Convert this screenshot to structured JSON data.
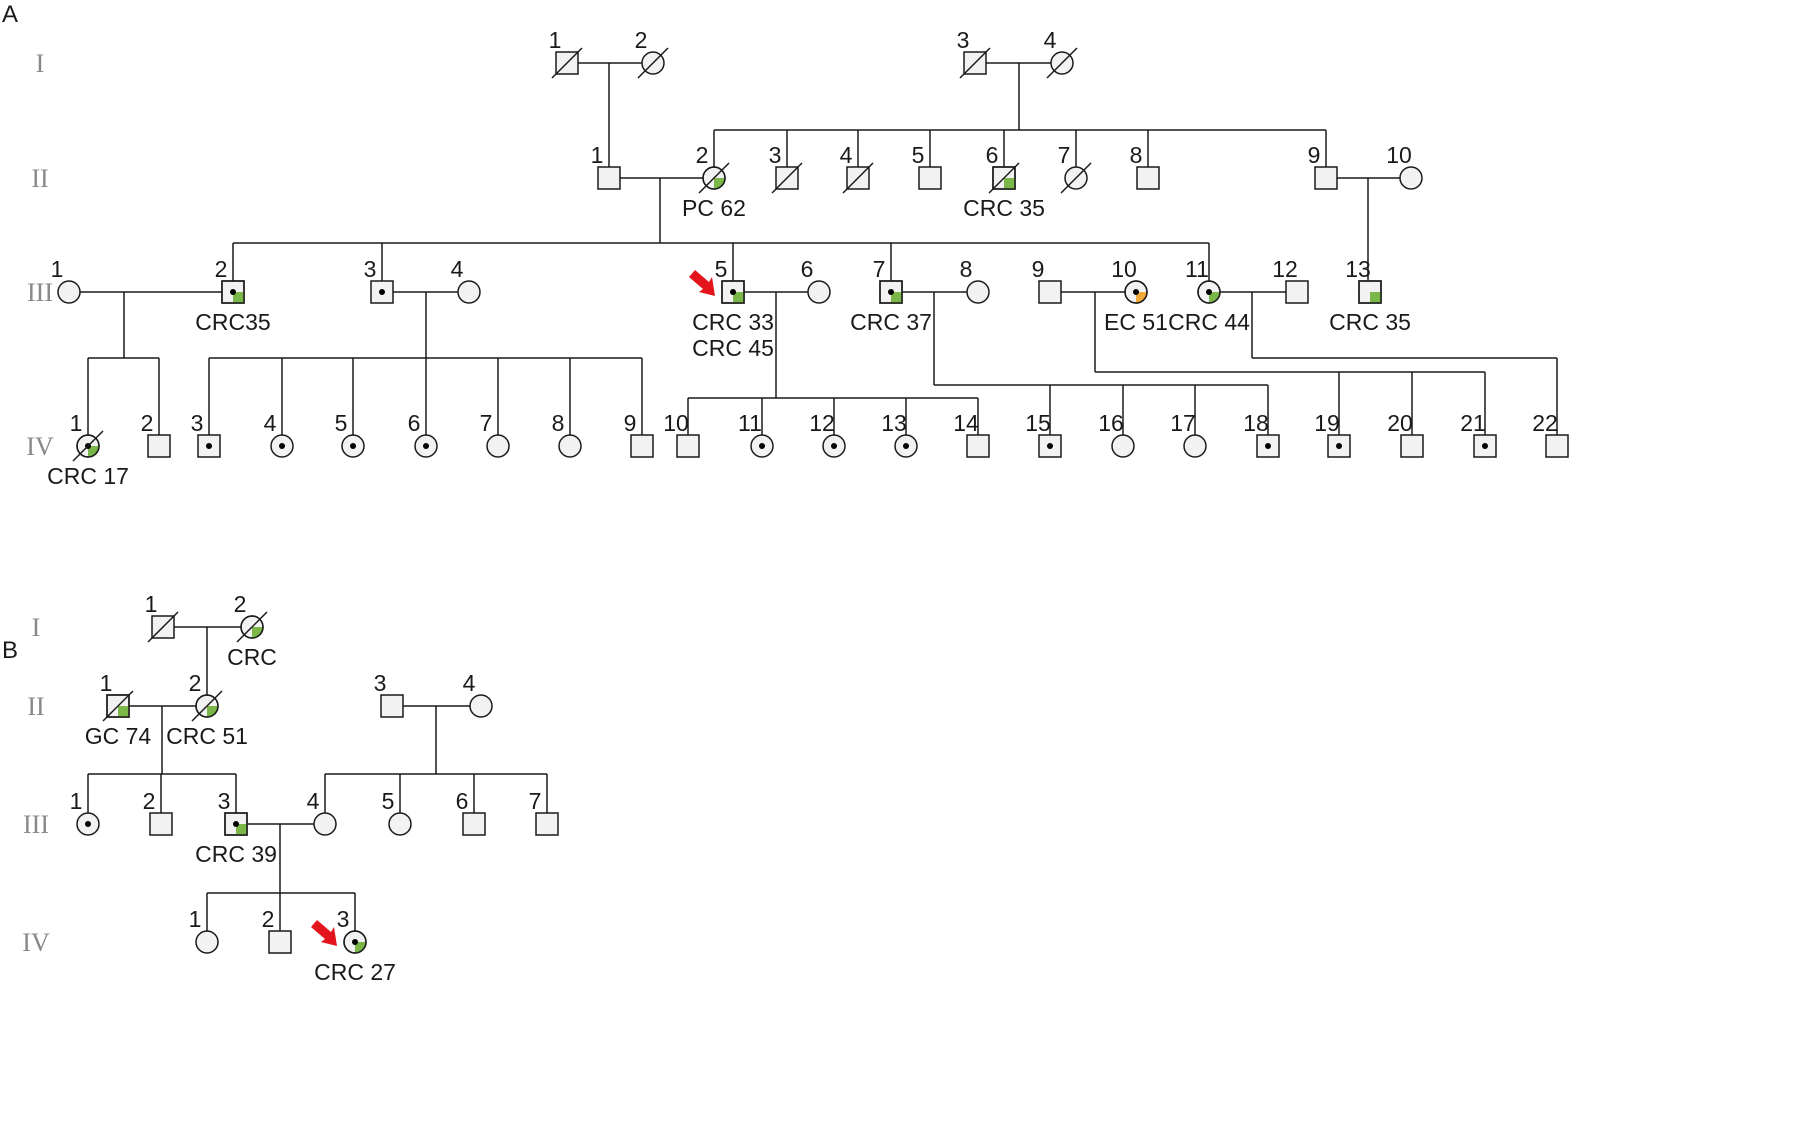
{
  "colors": {
    "crc": "#7ab648",
    "ec": "#f2a93b",
    "arrow": "#e3141b",
    "pc": "#7ab648"
  },
  "panel_A": {
    "label": "A",
    "generations": [
      "I",
      "II",
      "III",
      "IV"
    ],
    "gen_I": [
      {
        "id": "1",
        "sex": "male",
        "deceased": true
      },
      {
        "id": "2",
        "sex": "female",
        "deceased": true
      },
      {
        "id": "3",
        "sex": "male",
        "deceased": true
      },
      {
        "id": "4",
        "sex": "female",
        "deceased": true
      }
    ],
    "gen_II": [
      {
        "id": "1",
        "sex": "male"
      },
      {
        "id": "2",
        "sex": "female",
        "deceased": true,
        "affected": "pc",
        "annotation": "PC 62"
      },
      {
        "id": "3",
        "sex": "male",
        "deceased": true
      },
      {
        "id": "4",
        "sex": "male",
        "deceased": true
      },
      {
        "id": "5",
        "sex": "male"
      },
      {
        "id": "6",
        "sex": "male",
        "deceased": true,
        "affected": "crc",
        "annotation": "CRC 35"
      },
      {
        "id": "7",
        "sex": "female",
        "deceased": true
      },
      {
        "id": "8",
        "sex": "male"
      },
      {
        "id": "9",
        "sex": "male"
      },
      {
        "id": "10",
        "sex": "female"
      }
    ],
    "gen_III": [
      {
        "id": "1",
        "sex": "female"
      },
      {
        "id": "2",
        "sex": "male",
        "carrier": true,
        "affected": "crc",
        "annotation": "CRC35"
      },
      {
        "id": "3",
        "sex": "male",
        "carrier": true
      },
      {
        "id": "4",
        "sex": "female"
      },
      {
        "id": "5",
        "sex": "male",
        "carrier": true,
        "affected": "crc",
        "proband": true,
        "annotation": "CRC 33",
        "annotation2": "CRC 45"
      },
      {
        "id": "6",
        "sex": "female"
      },
      {
        "id": "7",
        "sex": "male",
        "carrier": true,
        "affected": "crc",
        "annotation": "CRC 37"
      },
      {
        "id": "8",
        "sex": "female"
      },
      {
        "id": "9",
        "sex": "male"
      },
      {
        "id": "10",
        "sex": "female",
        "carrier": true,
        "affected": "ec",
        "annotation": "EC 51"
      },
      {
        "id": "11",
        "sex": "female",
        "carrier": true,
        "affected": "crc",
        "annotation": "CRC 44"
      },
      {
        "id": "12",
        "sex": "male"
      },
      {
        "id": "13",
        "sex": "male",
        "affected": "crc",
        "annotation": "CRC 35"
      }
    ],
    "gen_IV": [
      {
        "id": "1",
        "sex": "female",
        "deceased": true,
        "carrier": true,
        "affected": "crc",
        "annotation": "CRC 17"
      },
      {
        "id": "2",
        "sex": "male"
      },
      {
        "id": "3",
        "sex": "male",
        "carrier": true
      },
      {
        "id": "4",
        "sex": "female",
        "carrier": true
      },
      {
        "id": "5",
        "sex": "female",
        "carrier": true
      },
      {
        "id": "6",
        "sex": "female",
        "carrier": true
      },
      {
        "id": "7",
        "sex": "female"
      },
      {
        "id": "8",
        "sex": "female"
      },
      {
        "id": "9",
        "sex": "male"
      },
      {
        "id": "10",
        "sex": "male"
      },
      {
        "id": "11",
        "sex": "female",
        "carrier": true
      },
      {
        "id": "12",
        "sex": "female",
        "carrier": true
      },
      {
        "id": "13",
        "sex": "female",
        "carrier": true
      },
      {
        "id": "14",
        "sex": "male"
      },
      {
        "id": "15",
        "sex": "male",
        "carrier": true
      },
      {
        "id": "16",
        "sex": "female"
      },
      {
        "id": "17",
        "sex": "female"
      },
      {
        "id": "18",
        "sex": "male",
        "carrier": true
      },
      {
        "id": "19",
        "sex": "male",
        "carrier": true
      },
      {
        "id": "20",
        "sex": "male"
      },
      {
        "id": "21",
        "sex": "male",
        "carrier": true
      },
      {
        "id": "22",
        "sex": "male"
      }
    ]
  },
  "panel_B": {
    "label": "B",
    "generations": [
      "I",
      "II",
      "III",
      "IV"
    ],
    "gen_I": [
      {
        "id": "1",
        "sex": "male",
        "deceased": true
      },
      {
        "id": "2",
        "sex": "female",
        "deceased": true,
        "affected": "crc",
        "annotation": "CRC"
      }
    ],
    "gen_II": [
      {
        "id": "1",
        "sex": "male",
        "deceased": true,
        "affected": "crc",
        "annotation": "GC 74"
      },
      {
        "id": "2",
        "sex": "female",
        "deceased": true,
        "affected": "crc",
        "annotation": "CRC 51"
      },
      {
        "id": "3",
        "sex": "male"
      },
      {
        "id": "4",
        "sex": "female"
      }
    ],
    "gen_III": [
      {
        "id": "1",
        "sex": "female",
        "carrier": true
      },
      {
        "id": "2",
        "sex": "male"
      },
      {
        "id": "3",
        "sex": "male",
        "carrier": true,
        "affected": "crc",
        "annotation": "CRC 39"
      },
      {
        "id": "4",
        "sex": "female"
      },
      {
        "id": "5",
        "sex": "female"
      },
      {
        "id": "6",
        "sex": "male"
      },
      {
        "id": "7",
        "sex": "male"
      }
    ],
    "gen_IV": [
      {
        "id": "1",
        "sex": "female"
      },
      {
        "id": "2",
        "sex": "male"
      },
      {
        "id": "3",
        "sex": "female",
        "carrier": true,
        "affected": "crc",
        "proband": true,
        "annotation": "CRC 27"
      }
    ]
  }
}
